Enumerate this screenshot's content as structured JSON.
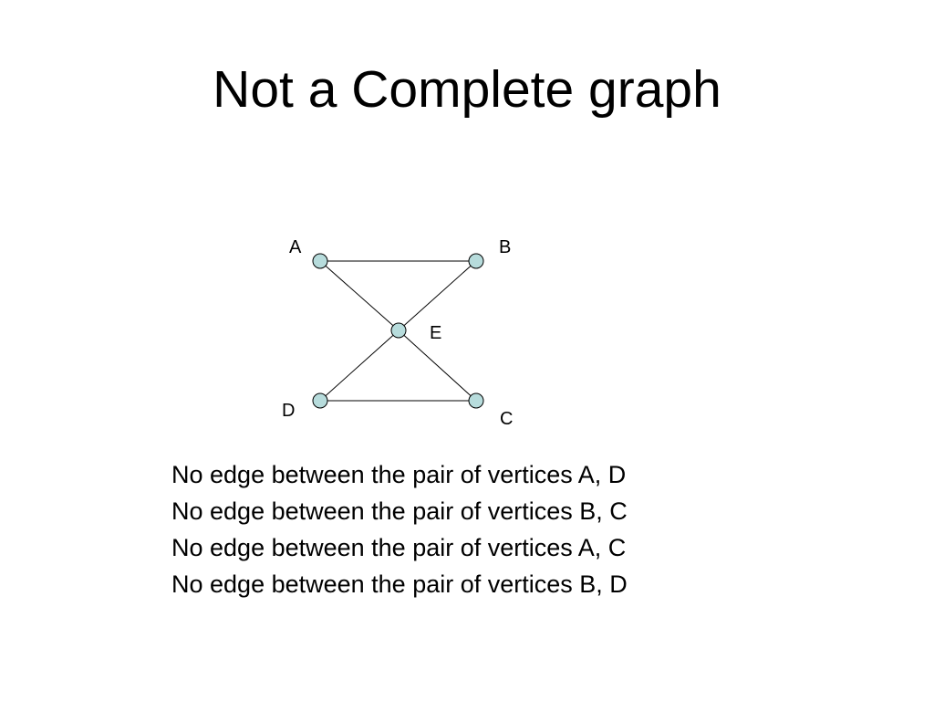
{
  "slide": {
    "title": "Not a Complete graph"
  },
  "graph": {
    "vertex_fill": "#b7dcdc",
    "vertices": [
      {
        "id": "A",
        "label": "A"
      },
      {
        "id": "B",
        "label": "B"
      },
      {
        "id": "E",
        "label": "E"
      },
      {
        "id": "D",
        "label": "D"
      },
      {
        "id": "C",
        "label": "C"
      }
    ],
    "edges": [
      {
        "from": "A",
        "to": "B"
      },
      {
        "from": "A",
        "to": "E"
      },
      {
        "from": "B",
        "to": "E"
      },
      {
        "from": "E",
        "to": "D"
      },
      {
        "from": "E",
        "to": "C"
      },
      {
        "from": "D",
        "to": "C"
      }
    ]
  },
  "statements": [
    "No edge between the pair of vertices A, D",
    "No edge between the pair of vertices B, C",
    "No edge between the pair of vertices A, C",
    "No edge between the pair of vertices B, D"
  ]
}
